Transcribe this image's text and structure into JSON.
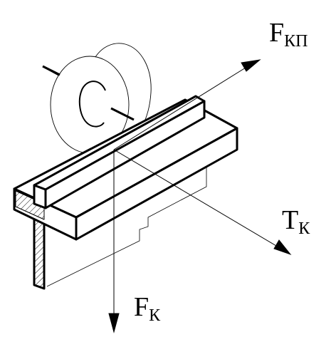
{
  "forces": {
    "f_kp": {
      "symbol": "F",
      "subscript": "КП"
    },
    "t_k": {
      "symbol": "T",
      "subscript": "К"
    },
    "f_k": {
      "symbol": "F",
      "subscript": "К"
    }
  }
}
